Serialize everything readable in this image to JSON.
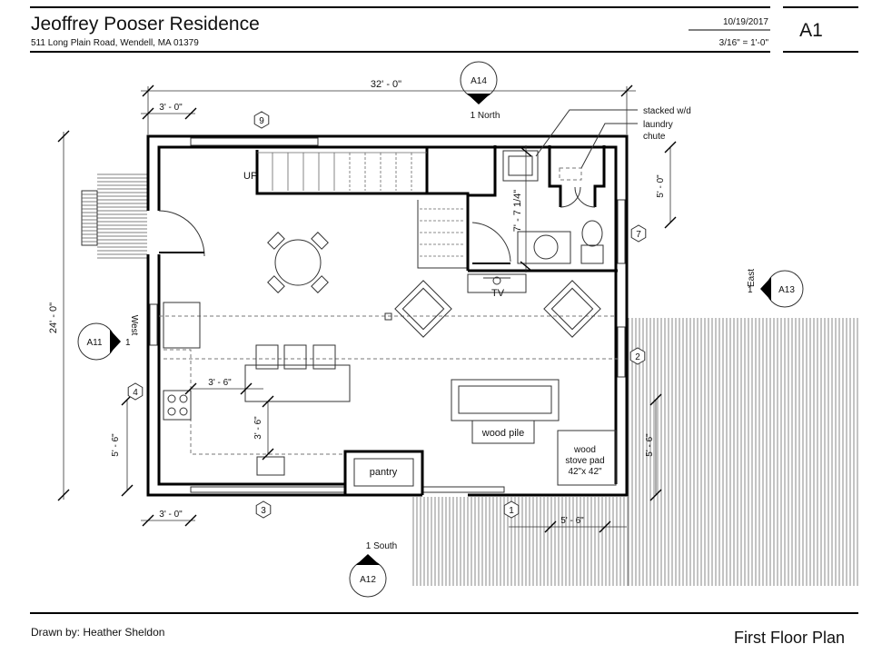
{
  "title_block": {
    "project": "Jeoffrey Pooser Residence",
    "address": "511 Long Plain Road, Wendell, MA 01379",
    "date": "10/19/2017",
    "scale": "3/16\" = 1'-0\"",
    "sheet": "A1"
  },
  "footer": {
    "drawn_by": "Drawn by: Heather Sheldon",
    "sheet_title": "First Floor Plan"
  },
  "dimensions": {
    "overall_width": "32' - 0\"",
    "overall_depth": "24' - 0\"",
    "top_left": "3' - 0\"",
    "bottom_left": "3' - 0\"",
    "bath_depth": "7' - 7 1/4\"",
    "closet_depth": "5' - 0\"",
    "island_width": "3' - 6\"",
    "island_clear": "3' - 6\"",
    "kitchen_left": "5' - 6\"",
    "deck_right": "5' - 6\"",
    "deck_bottom": "5' - 6\""
  },
  "elevation_markers": {
    "north": {
      "id": "A14",
      "label": "1 North"
    },
    "east": {
      "id": "A13",
      "label": "East",
      "num": "1"
    },
    "west": {
      "id": "A11",
      "label": "West",
      "num": "1"
    },
    "south": {
      "id": "A12",
      "label": "1 South"
    }
  },
  "window_tags": [
    "1",
    "2",
    "3",
    "4",
    "7",
    "9"
  ],
  "labels": {
    "stacked": "stacked w/d",
    "laundry1": "laundry",
    "laundry2": "chute",
    "up": "UP",
    "tv": "TV",
    "wood_pile": "wood pile",
    "stove1": "wood",
    "stove2": "stove pad",
    "stove3": "42\"x 42\"",
    "pantry": "pantry"
  }
}
